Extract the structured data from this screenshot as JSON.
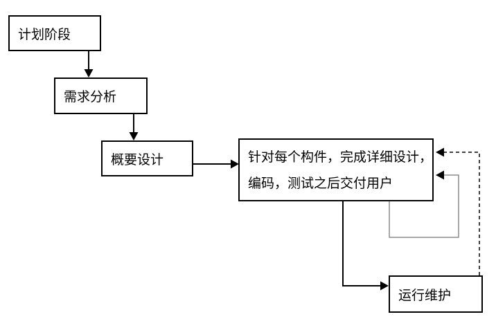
{
  "diagram": {
    "nodes": {
      "planning": {
        "label": "计划阶段"
      },
      "requirements": {
        "label": "需求分析"
      },
      "preliminary_design": {
        "label": "概要设计"
      },
      "component_build": {
        "line1": "针对每个构件，完成详细设计，",
        "line2": "编码，测试之后交付用户"
      },
      "operation_maintenance": {
        "label": "运行维护"
      }
    },
    "colors": {
      "background": "#ffffff",
      "box_border": "#000000",
      "text": "#000000",
      "arrow": "#000000",
      "loop_line": "#8c8c8c"
    }
  }
}
